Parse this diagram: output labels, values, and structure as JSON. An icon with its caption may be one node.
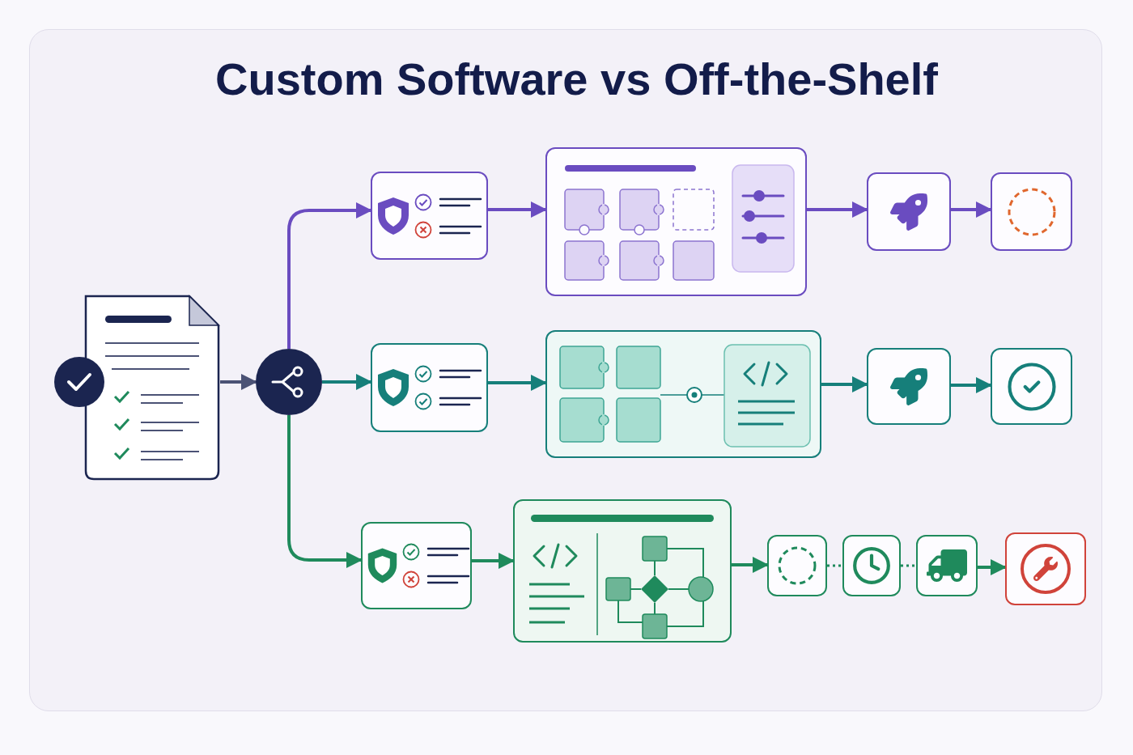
{
  "diagram": {
    "title": "Custom Software vs Off-the-Shelf",
    "nodes": [
      {
        "text": [],
        "shape": "picture"
      },
      {
        "text": [],
        "shape": "circle"
      },
      {
        "text": [],
        "shape": "box"
      },
      {
        "text": [],
        "shape": "box"
      },
      {
        "text": [],
        "shape": "box"
      },
      {
        "text": [],
        "shape": "box"
      },
      {
        "text": [],
        "shape": "box"
      },
      {
        "text": [],
        "shape": "box"
      },
      {
        "text": [],
        "shape": "box"
      },
      {
        "text": [],
        "shape": "box"
      },
      {
        "text": [],
        "shape": "box"
      },
      {
        "text": [],
        "shape": "box"
      },
      {
        "text": [],
        "shape": "box"
      },
      {
        "text": [],
        "shape": "box"
      },
      {
        "text": [],
        "shape": "box"
      },
      {
        "text": [],
        "shape": "box"
      }
    ],
    "edges": [
      {
        "from": 0,
        "to": 1,
        "arrow": "to",
        "color": "#4b5275"
      },
      {
        "from": 1,
        "to": 2,
        "arrow": "to",
        "color": "#6a4cc0"
      },
      {
        "from": 2,
        "to": 3,
        "arrow": "to",
        "color": "#6a4cc0"
      },
      {
        "from": 3,
        "to": 4,
        "arrow": "to",
        "color": "#6a4cc0"
      },
      {
        "from": 4,
        "to": 5,
        "arrow": "to",
        "color": "#6a4cc0"
      },
      {
        "from": 1,
        "to": 6,
        "arrow": "to",
        "color": "#167f7a"
      },
      {
        "from": 6,
        "to": 7,
        "arrow": "to",
        "color": "#167f7a"
      },
      {
        "from": 7,
        "to": 8,
        "arrow": "to",
        "color": "#167f7a"
      },
      {
        "from": 8,
        "to": 9,
        "arrow": "to",
        "color": "#167f7a"
      },
      {
        "from": 1,
        "to": 10,
        "arrow": "to"
      },
      {
        "from": 10,
        "to": 11,
        "arrow": "to"
      },
      {
        "from": 11,
        "to": 12,
        "arrow": "to"
      },
      {
        "from": 12,
        "to": 13,
        "arrow": "none",
        "style": "dashed"
      },
      {
        "from": 13,
        "to": 14,
        "arrow": "none",
        "style": "dashed"
      },
      {
        "from": 14,
        "to": 15,
        "arrow": "to"
      }
    ]
  }
}
